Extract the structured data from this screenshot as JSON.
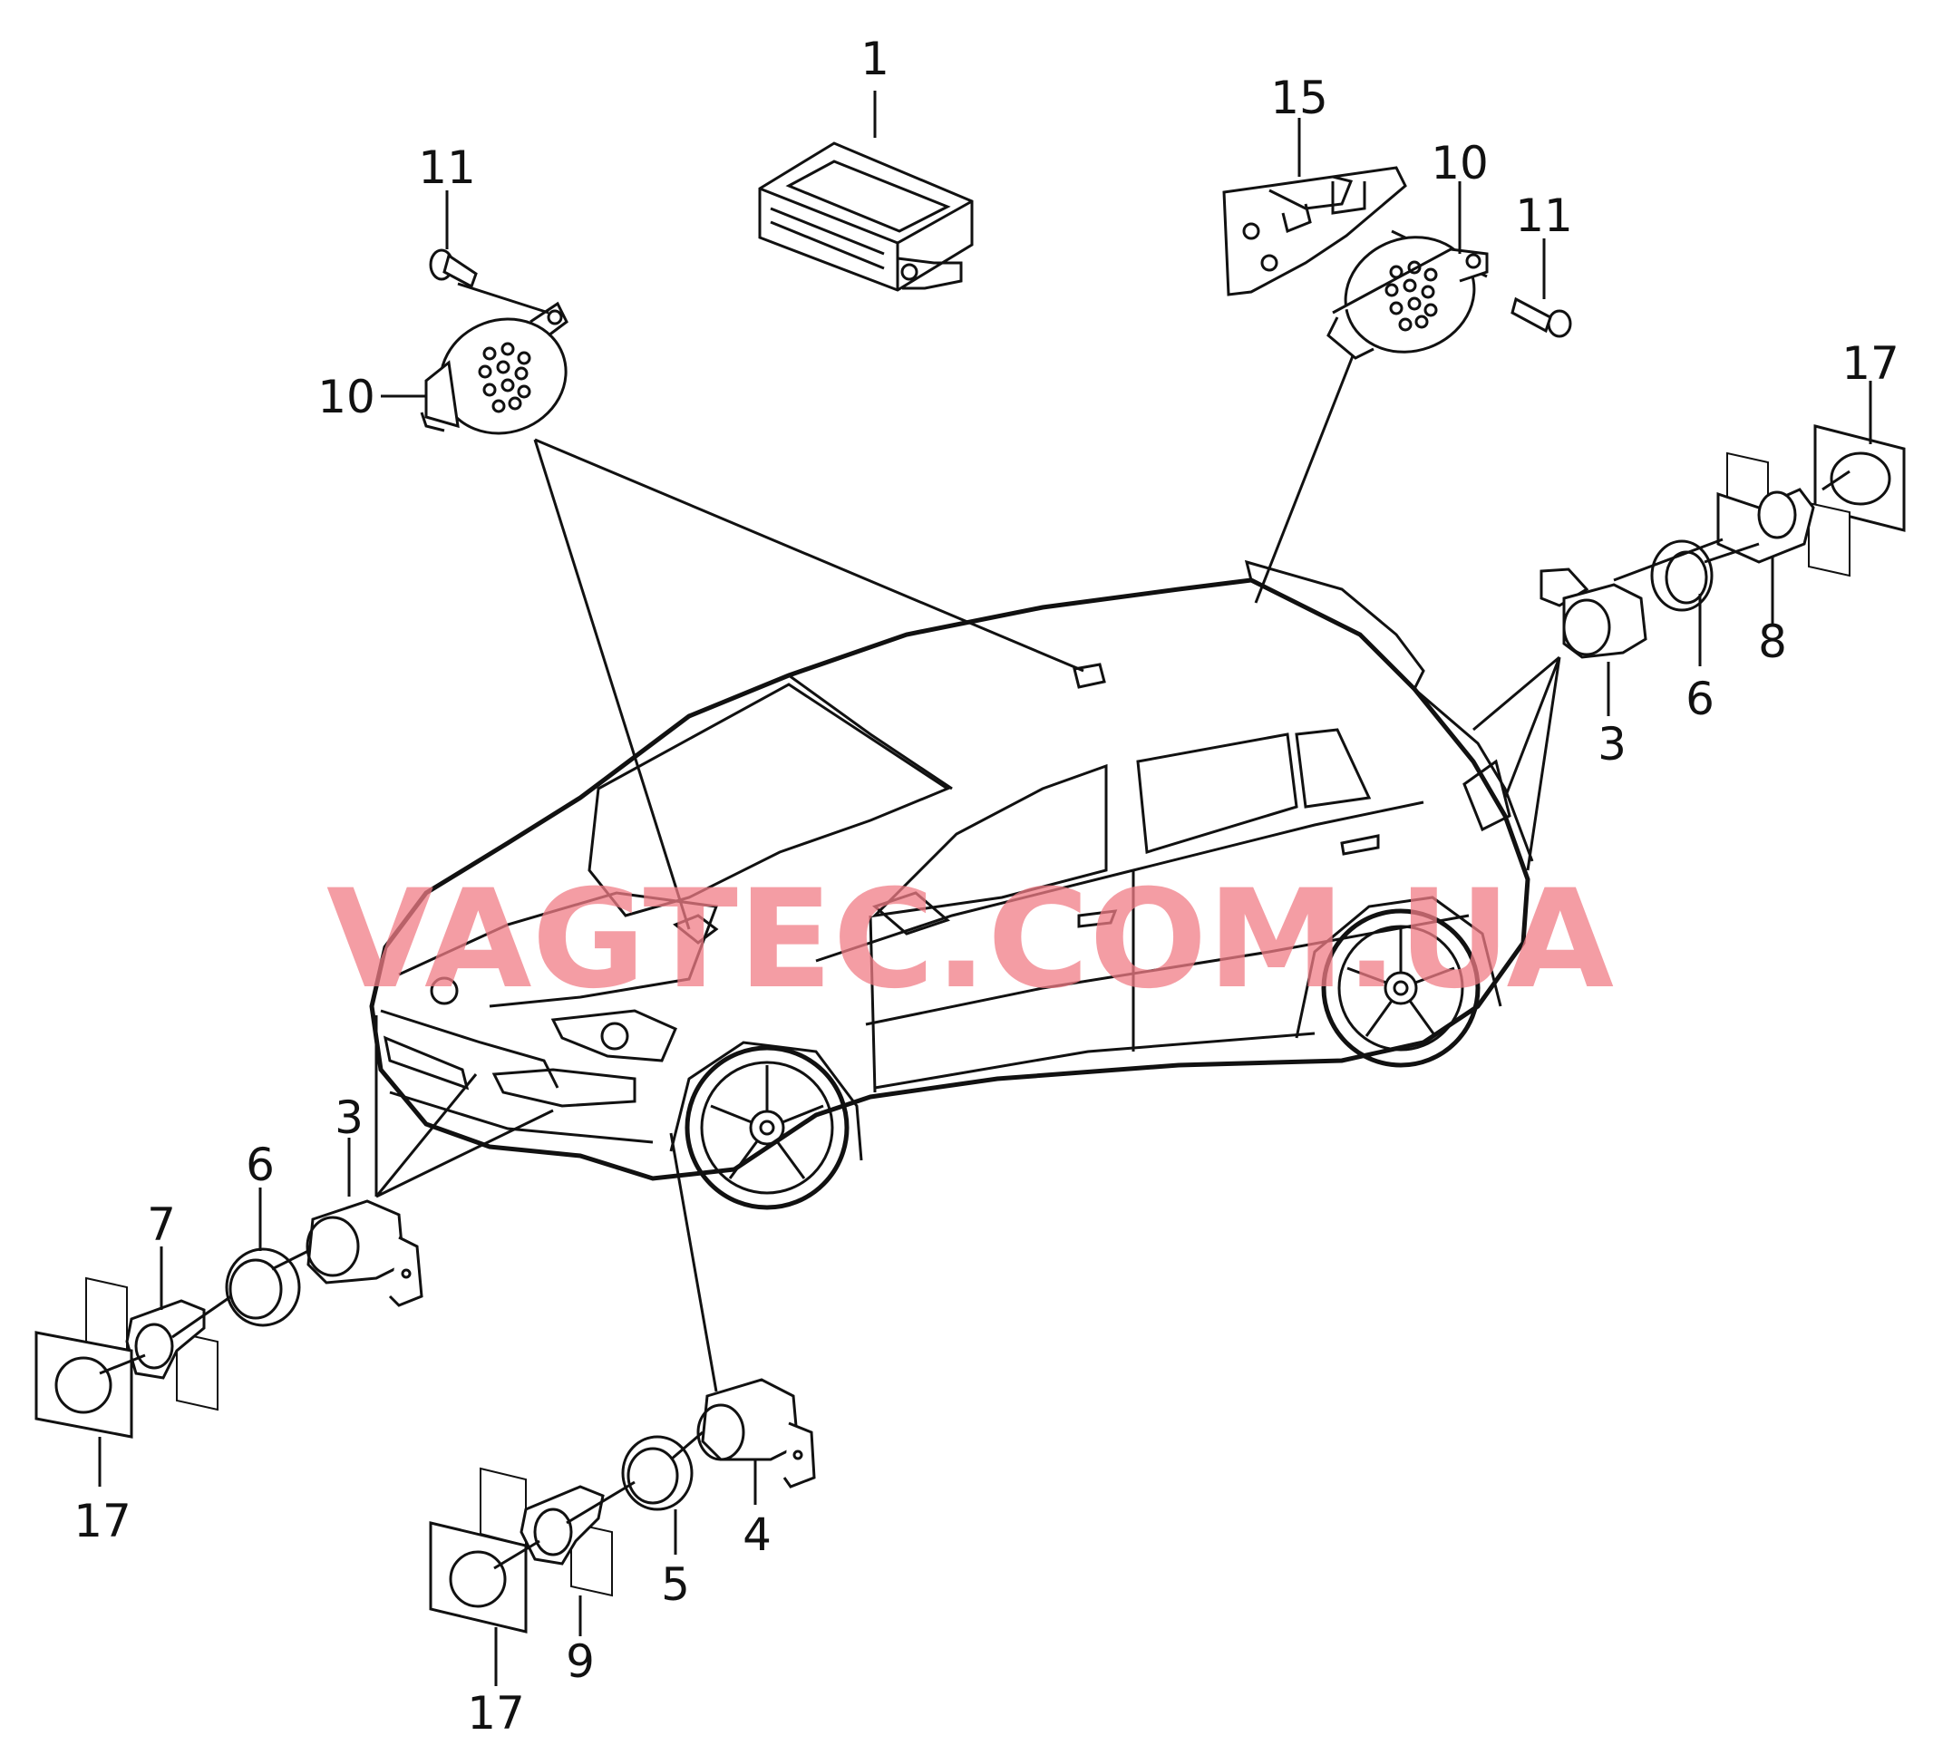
{
  "watermark": "VAGTEC.COM.UA",
  "callouts": {
    "c1": "1",
    "c15": "15",
    "c10_right": "10",
    "c11_right": "11",
    "c11_left": "11",
    "c10_left": "10",
    "c17_top_right": "17",
    "c8": "8",
    "c6_right": "6",
    "c3_right": "3",
    "c3_front": "3",
    "c6_front": "6",
    "c7": "7",
    "c17_left": "17",
    "c4": "4",
    "c5": "5",
    "c9": "9",
    "c17_bottom": "17"
  }
}
